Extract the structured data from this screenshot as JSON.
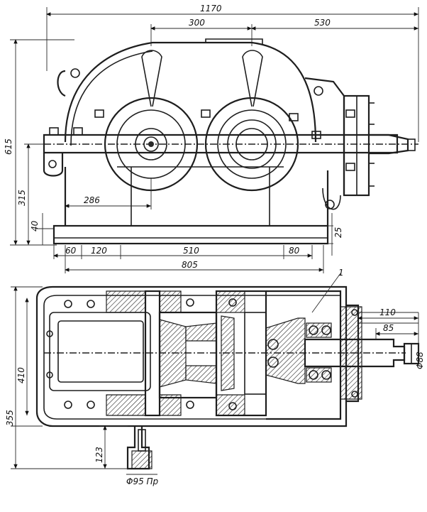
{
  "drawing": {
    "top_view": {
      "dimensions": {
        "overall_length": "1170",
        "center_distance": "300",
        "right_offset": "530",
        "overall_height": "615",
        "axis_height": "315",
        "base_left": "286",
        "base_height": "40",
        "right_flange": "25",
        "foot_60": "60",
        "foot_120": "120",
        "foot_510": "510",
        "foot_80": "80",
        "base_length": "805"
      }
    },
    "plan_view": {
      "callout": "1",
      "dimensions": {
        "shaft_110": "110",
        "shaft_85": "85",
        "shaft_dia_right": "Φ88",
        "width_410": "410",
        "width_355": "355",
        "shaft_123": "123",
        "shaft_dia_bottom": "Φ95 Пр"
      }
    }
  }
}
